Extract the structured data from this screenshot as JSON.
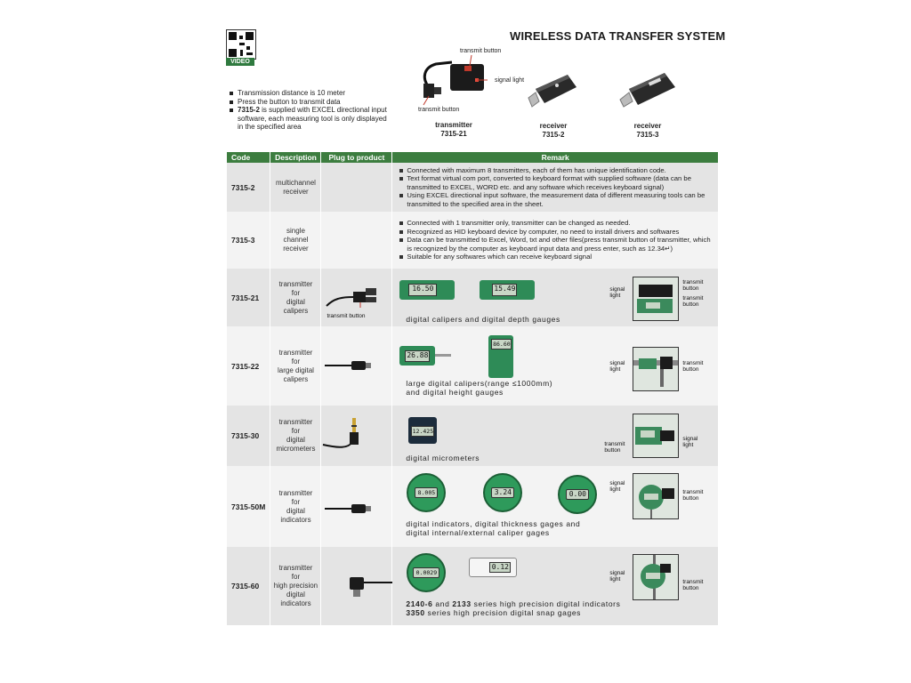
{
  "page": {
    "title": "WIRELESS DATA TRANSFER SYSTEM",
    "video_badge": "VIDEO",
    "bullets": [
      {
        "text": "Transmission distance is 10 meter"
      },
      {
        "text": "Press the button to transmit data"
      },
      {
        "bold": "7315-2",
        "text": " is supplied with EXCEL directional input software, each measuring tool is only displayed in the specified area"
      }
    ]
  },
  "products": {
    "transmit_button_label": "transmit button",
    "signal_light_label": "signal light",
    "transmit_button_label2": "transmit button",
    "transmitter": {
      "name": "transmitter",
      "code": "7315-21"
    },
    "receiver_a": {
      "name": "receiver",
      "code": "7315-2"
    },
    "receiver_b": {
      "name": "receiver",
      "code": "7315-3"
    }
  },
  "table": {
    "headers": [
      "Code",
      "Description",
      "Plug to product",
      "Remark"
    ],
    "rows": [
      {
        "code": "7315-2",
        "desc": [
          "multichannel",
          "receiver"
        ],
        "remarks": [
          "Connected with maximum 8 transmitters, each of them has unique identification code.",
          "Text format virtual com port, converted to keyboard format with supplied software (data can be transmitted to EXCEL, WORD etc. and any software which receives keyboard signal)",
          "Using EXCEL directional input software, the measurement data of different measuring tools can be transmitted to the specified area in the sheet."
        ]
      },
      {
        "code": "7315-3",
        "desc": [
          "single",
          "channel",
          "receiver"
        ],
        "remarks": [
          "Connected with 1 transmitter only, transmitter can be changed as needed.",
          "Recognized as HID keyboard device by computer, no need to install drivers and softwares",
          "Data can be transmitted to Excel, Word, txt and other files(press transmit button of transmitter, which is recognized by the computer as keyboard input data and press enter, such  as 12.34↵)",
          "Suitable for any softwares which can receive keyboard signal"
        ]
      },
      {
        "code": "7315-21",
        "desc": [
          "transmitter",
          "for",
          "digital",
          "calipers"
        ],
        "plug_label": "transmit button",
        "caption": [
          "digital calipers and digital depth gauges"
        ],
        "lcd": [
          "16.50",
          "15.49"
        ],
        "photo_labels": {
          "left": [
            "signal",
            "light"
          ],
          "right1": [
            "transmit",
            "button"
          ],
          "right2": [
            "transmit",
            "button"
          ]
        }
      },
      {
        "code": "7315-22",
        "desc": [
          "transmitter",
          "for",
          "large digital",
          "calipers"
        ],
        "caption": [
          "large digital calipers(range ≤1000mm)",
          "and digital height gauges"
        ],
        "lcd": [
          "26.88",
          "86.60"
        ],
        "photo_labels": {
          "left": [
            "signal",
            "light"
          ],
          "right1": [
            "transmit",
            "button"
          ]
        }
      },
      {
        "code": "7315-30",
        "desc": [
          "transmitter",
          "for",
          "digital",
          "micrometers"
        ],
        "caption": [
          "digital  micrometers"
        ],
        "lcd": [
          "12.425"
        ],
        "photo_labels": {
          "left": [
            "transmit",
            "button"
          ],
          "right1": [
            "signal",
            "light"
          ]
        }
      },
      {
        "code": "7315-50M",
        "desc": [
          "transmitter",
          "for",
          "digital",
          "indicators"
        ],
        "caption": [
          "digital indicators, digital thickness gages and",
          "digital internal/external caliper gages"
        ],
        "lcd": [
          "8.005",
          "3.24",
          "0.00"
        ],
        "photo_labels": {
          "left": [
            "signal",
            "light"
          ],
          "right1": [
            "transmit",
            "button"
          ]
        }
      },
      {
        "code": "7315-60",
        "desc": [
          "transmitter",
          "for",
          "high precision",
          "digital",
          "indicators"
        ],
        "caption_b1": "2140-6",
        "caption_m1": " and ",
        "caption_b2": "2133",
        "caption_t1": "  series high precision digital indicators",
        "caption_b3": "3350",
        "caption_t2": " series high  precision  digital  snap  gages",
        "lcd": [
          "0.0029",
          "0.12"
        ],
        "photo_labels": {
          "left": [
            "signal",
            "light"
          ],
          "right1": [
            "transmit",
            "button"
          ]
        }
      }
    ]
  },
  "colors": {
    "header_green": "#3c7d3f",
    "row_gray": "#e4e4e4",
    "row_light": "#f3f3f3"
  }
}
